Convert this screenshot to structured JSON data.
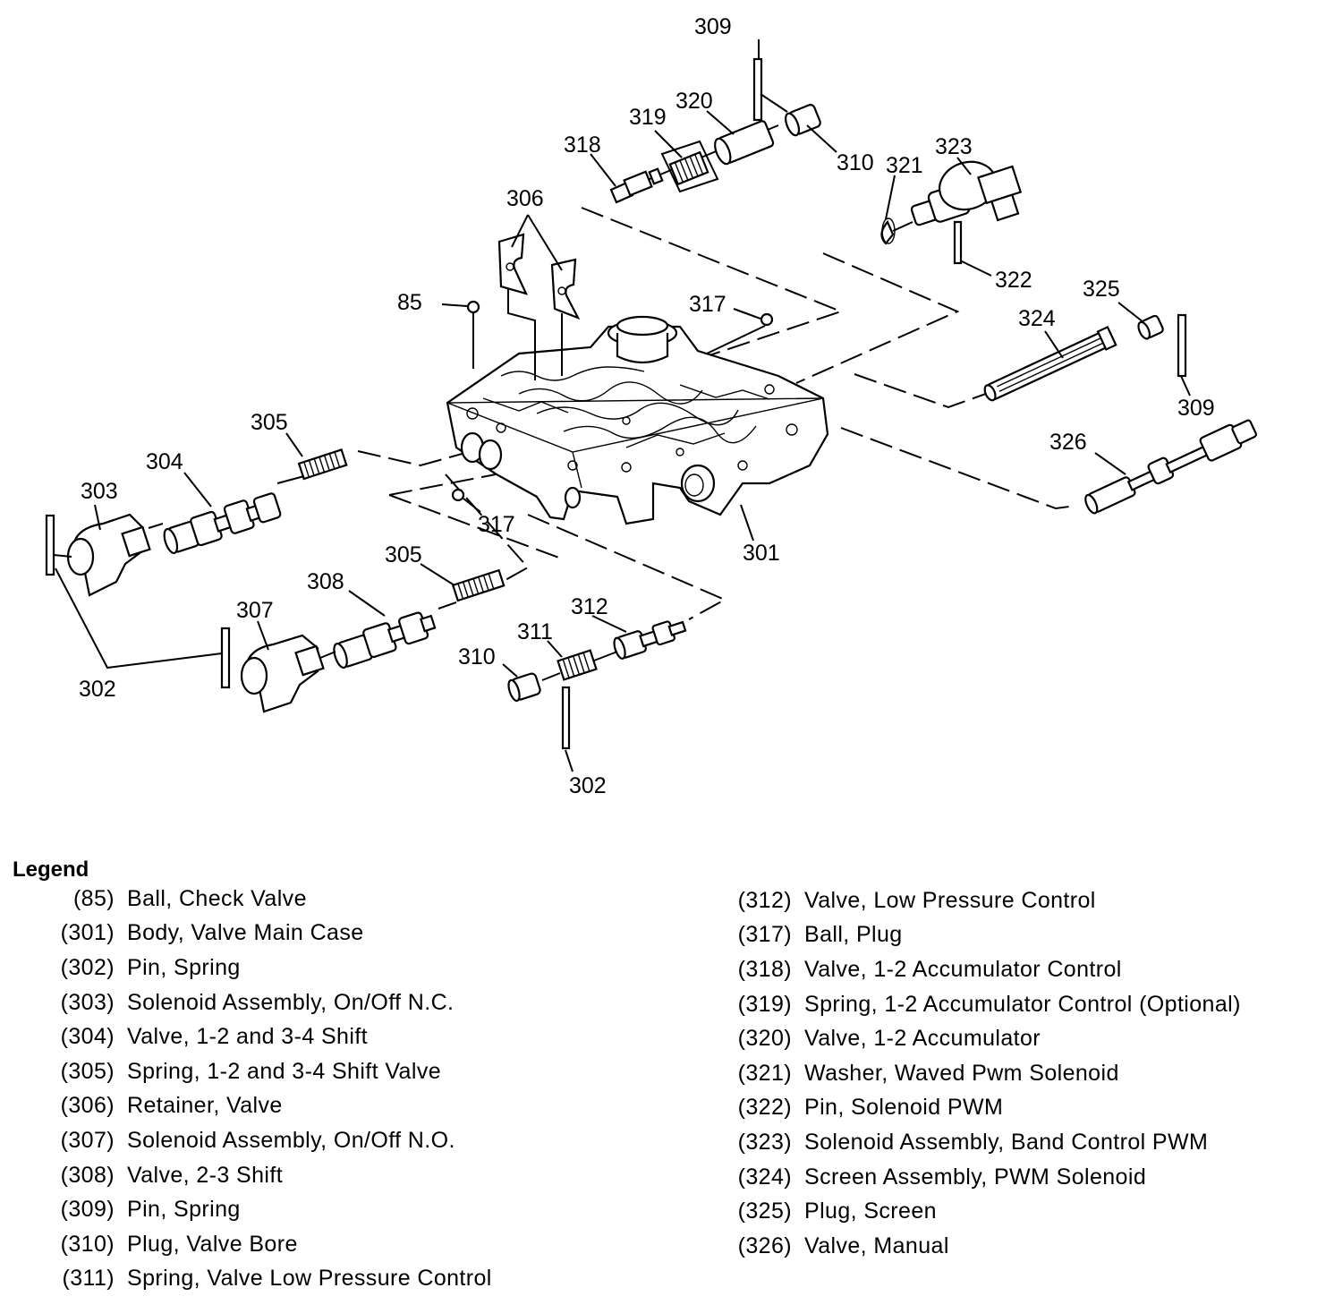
{
  "callouts": {
    "c85": "85",
    "c301": "301",
    "c302a": "302",
    "c302b": "302",
    "c303": "303",
    "c304": "304",
    "c305a": "305",
    "c305b": "305",
    "c306": "306",
    "c307": "307",
    "c308": "308",
    "c309a": "309",
    "c309b": "309",
    "c310a": "310",
    "c310b": "310",
    "c311": "311",
    "c312": "312",
    "c317a": "317",
    "c317b": "317",
    "c318": "318",
    "c319": "319",
    "c320": "320",
    "c321": "321",
    "c322": "322",
    "c323": "323",
    "c324": "324",
    "c325": "325",
    "c326": "326"
  },
  "legend": {
    "title": "Legend",
    "left": [
      {
        "num": "(85)",
        "desc": "Ball, Check Valve"
      },
      {
        "num": "(301)",
        "desc": "Body, Valve Main Case"
      },
      {
        "num": "(302)",
        "desc": "Pin, Spring"
      },
      {
        "num": "(303)",
        "desc": "Solenoid Assembly, On/Off N.C."
      },
      {
        "num": "(304)",
        "desc": "Valve, 1-2 and 3-4 Shift"
      },
      {
        "num": "(305)",
        "desc": "Spring, 1-2 and 3-4 Shift Valve"
      },
      {
        "num": "(306)",
        "desc": "Retainer, Valve"
      },
      {
        "num": "(307)",
        "desc": "Solenoid Assembly, On/Off N.O."
      },
      {
        "num": "(308)",
        "desc": "Valve, 2-3 Shift"
      },
      {
        "num": "(309)",
        "desc": "Pin, Spring"
      },
      {
        "num": "(310)",
        "desc": "Plug, Valve Bore"
      },
      {
        "num": "(311)",
        "desc": "Spring, Valve Low Pressure Control"
      }
    ],
    "right": [
      {
        "num": "(312)",
        "desc": "Valve, Low Pressure Control"
      },
      {
        "num": "(317)",
        "desc": "Ball, Plug"
      },
      {
        "num": "(318)",
        "desc": "Valve, 1-2 Accumulator Control"
      },
      {
        "num": "(319)",
        "desc": "Spring, 1-2 Accumulator Control (Optional)"
      },
      {
        "num": "(320)",
        "desc": "Valve, 1-2 Accumulator"
      },
      {
        "num": "(321)",
        "desc": "Washer, Waved Pwm Solenoid"
      },
      {
        "num": "(322)",
        "desc": "Pin, Solenoid PWM"
      },
      {
        "num": "(323)",
        "desc": "Solenoid Assembly, Band Control PWM"
      },
      {
        "num": "(324)",
        "desc": "Screen Assembly, PWM Solenoid"
      },
      {
        "num": "(325)",
        "desc": "Plug, Screen"
      },
      {
        "num": "(326)",
        "desc": "Valve, Manual"
      }
    ]
  }
}
